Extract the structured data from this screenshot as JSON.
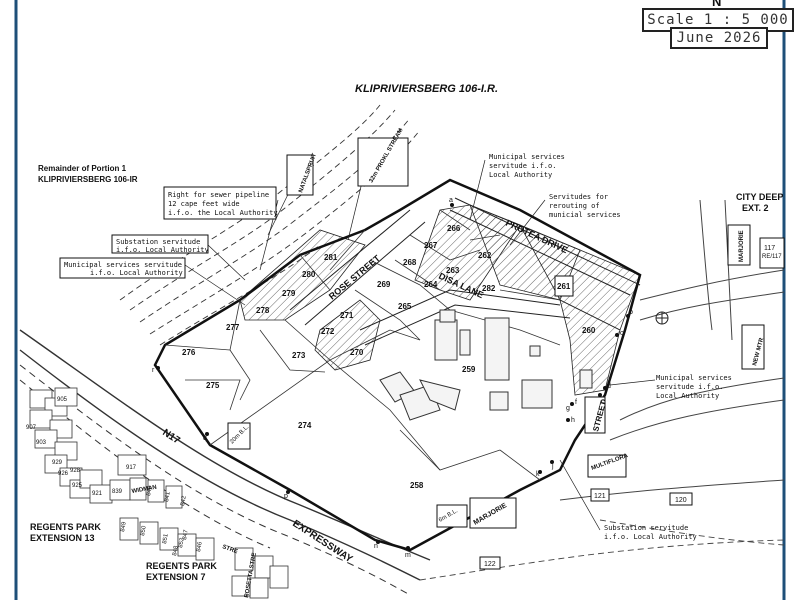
{
  "north_symbol": "N",
  "scale": "Scale 1 : 5 000",
  "date": "June 2026",
  "farm_title": "KLIPRIVIERSBERG 106-I.R.",
  "remainder_label": [
    "Remainder of Portion 1",
    "KLIPRIVIERSBERG 106-IR"
  ],
  "city_deep": [
    "CITY DEEP",
    "EXT. 2"
  ],
  "regents_13": [
    "REGENTS PARK",
    "EXTENSION 13"
  ],
  "regents_7": [
    "REGENTS PARK",
    "EXTENSION 7"
  ],
  "roads": {
    "n17": "N17",
    "expressway": "EXPRESSWAY",
    "rose_street": "ROSE STREET",
    "protea_drive": "PROTEA DRIVE",
    "disa_lane": "DISA LANE",
    "street_right": "STREET",
    "multiflora": "MULTIFLORA",
    "marjorie_bottom": "MARJORIE",
    "marjorie_top": "MARJORIE",
    "new_mtr": "NEW MTR",
    "natalspruit": "NATALSPRUIT",
    "proklip_stream": "32m PROKL STREAM",
    "widman": "WIDMAN",
    "strelitzia": "STRE",
    "rosetta": "ROSETTA STRE"
  },
  "annotations": {
    "sewer": [
      "Right for sewer pipeline",
      "12 cape feet wide",
      "i.f.o. the Local Authority"
    ],
    "substation_top": [
      "Substation servitude",
      "i.f.o. Local Authority"
    ],
    "municipal_left": [
      "Municipal services servitude",
      "i.f.o. Local Authority"
    ],
    "municipal_top": [
      "Municipal services",
      "servitude i.f.o.",
      "Local Authority"
    ],
    "rerouting": [
      "Servitudes for",
      "rerouting of",
      "municial services"
    ],
    "municipal_right": [
      "Municipal services",
      "servitude i.f.o.",
      "Local Authority"
    ],
    "substation_bottom": [
      "Substation servitude",
      "i.f.o. Local Authority"
    ],
    "bl_20": "20m B.L.",
    "bl_6": "6m B.L."
  },
  "erven": [
    "258",
    "259",
    "260",
    "261",
    "262",
    "263",
    "264",
    "265",
    "266",
    "267",
    "268",
    "269",
    "270",
    "271",
    "272",
    "273",
    "274",
    "275",
    "276",
    "277",
    "278",
    "279",
    "280",
    "281",
    "282"
  ],
  "outside_erven": [
    "117",
    "120",
    "121",
    "122"
  ],
  "rre_label": "RE/117",
  "points": [
    "a",
    "b",
    "c",
    "d",
    "e",
    "f",
    "g",
    "h",
    "j",
    "k",
    "m",
    "n",
    "p",
    "q",
    "r"
  ],
  "regents_lots": [
    "905",
    "907",
    "903",
    "929",
    "926",
    "925",
    "928",
    "921",
    "917",
    "839",
    "840",
    "841",
    "842",
    "849",
    "850",
    "851",
    "852",
    "846",
    "847",
    "848"
  ]
}
